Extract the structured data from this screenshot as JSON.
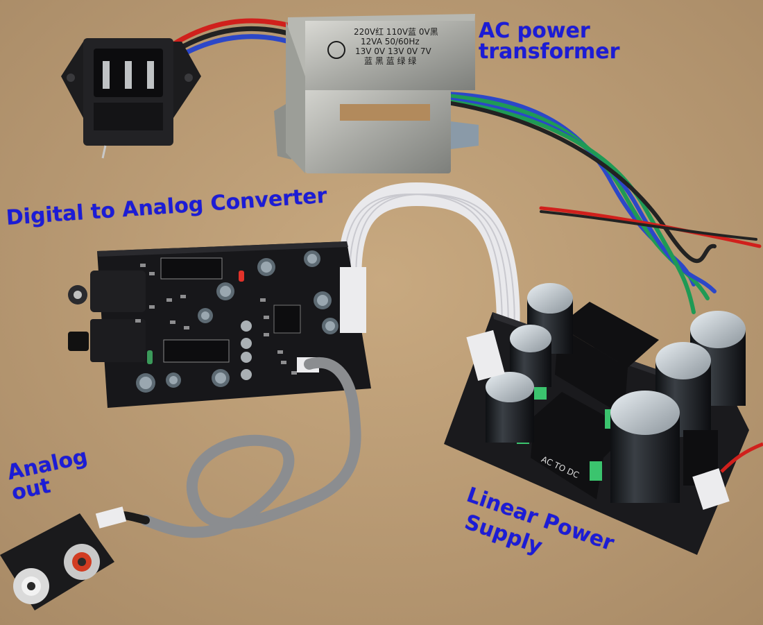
{
  "labels": {
    "ac_line1": "AC power",
    "ac_line2": "transformer",
    "dac": "Digital to Analog Converter",
    "out_line1": "Analog",
    "out_line2": "out",
    "psu_line1": "Linear Power",
    "psu_line2": "Supply"
  },
  "transformer_text": {
    "line1": "220V红 110V蓝 0V黑",
    "line2": "12VA   50/60Hz",
    "line3": "13V 0V 13V 0V 7V",
    "line4": "蓝 黑 蓝 绿 绿"
  },
  "psu_board_text": "AC TO DC",
  "colors": {
    "label": "#1c1cd6",
    "desk": "#b99a73",
    "pcb": "#17171a",
    "cable_gray": "#8b8d90",
    "wire_red": "#d0201c",
    "wire_blue": "#2c47c8",
    "wire_green": "#1f9a55",
    "capacitor": "#1b1e22",
    "relay_green": "#3bc46e"
  }
}
